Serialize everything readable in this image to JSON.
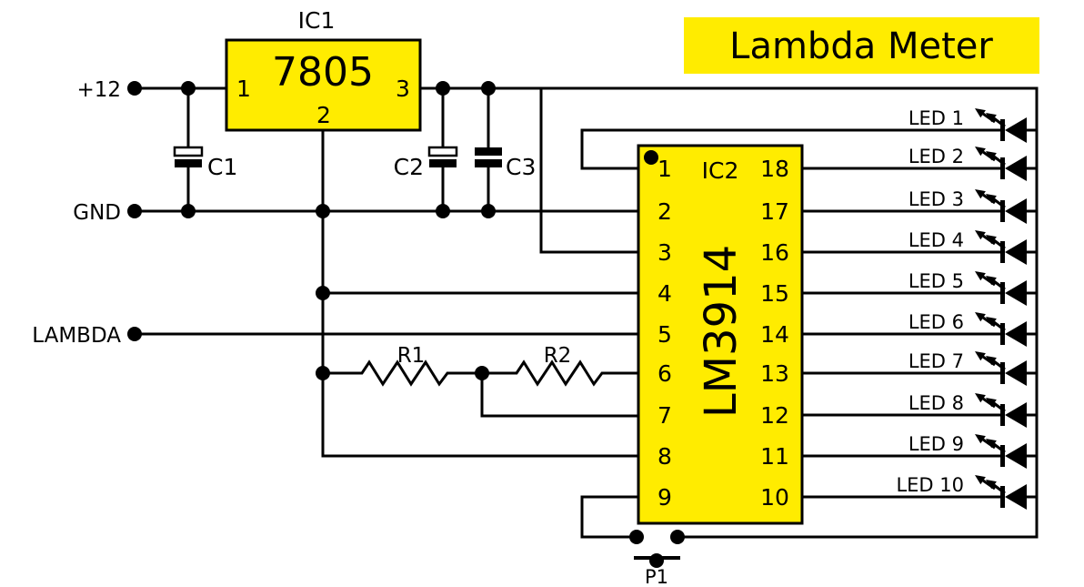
{
  "title": "Lambda Meter",
  "colors": {
    "component_fill": "#ffec00",
    "wire": "#000000",
    "background": "#ffffff"
  },
  "terminals": {
    "supply": "+12",
    "ground": "GND",
    "signal": "LAMBDA"
  },
  "ic1": {
    "ref": "IC1",
    "part": "7805",
    "pin_in": "1",
    "pin_gnd": "2",
    "pin_out": "3"
  },
  "ic2": {
    "ref": "IC2",
    "part": "LM3914",
    "left_pins": [
      "1",
      "2",
      "3",
      "4",
      "5",
      "6",
      "7",
      "8",
      "9"
    ],
    "right_pins": [
      "18",
      "17",
      "16",
      "15",
      "14",
      "13",
      "12",
      "11",
      "10"
    ]
  },
  "capacitors": {
    "c1": "C1",
    "c2": "C2",
    "c3": "C3"
  },
  "resistors": {
    "r1": "R1",
    "r2": "R2"
  },
  "potentiometer": {
    "ref": "P1"
  },
  "leds": [
    "LED 1",
    "LED 2",
    "LED 3",
    "LED 4",
    "LED 5",
    "LED 6",
    "LED 7",
    "LED 8",
    "LED 9",
    "LED 10"
  ]
}
